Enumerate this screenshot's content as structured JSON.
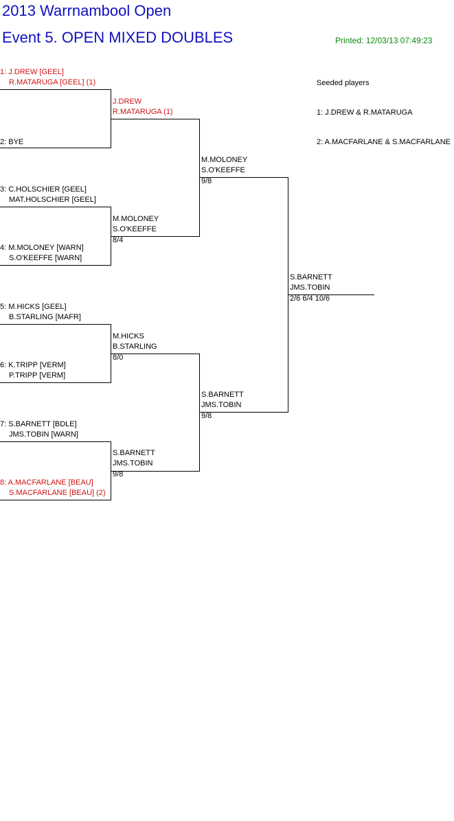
{
  "header": {
    "tournament_title": "2013 Warrnambool Open",
    "event_title": "Event 5. OPEN MIXED DOUBLES",
    "printed": "Printed: 12/03/13 07:49:23"
  },
  "seeded": {
    "heading": "Seeded players",
    "seed1": "1: J.DREW & R.MATARUGA",
    "seed2": "2: A.MACFARLANE & S.MACFARLANE"
  },
  "round1": [
    {
      "line1": "1: J.DREW [GEEL]",
      "line2": "R.MATARUGA [GEEL] (1)"
    },
    {
      "line1": "2: BYE",
      "line2": ""
    },
    {
      "line1": "3: C.HOLSCHIER [GEEL]",
      "line2": "MAT.HOLSCHIER [GEEL]"
    },
    {
      "line1": "4: M.MOLONEY [WARN]",
      "line2": "S.O'KEEFFE [WARN]"
    },
    {
      "line1": "5: M.HICKS [GEEL]",
      "line2": "B.STARLING [MAFR]"
    },
    {
      "line1": "6: K.TRIPP [VERM]",
      "line2": "P.TRIPP [VERM]"
    },
    {
      "line1": "7: S.BARNETT [BDLE]",
      "line2": "JMS.TOBIN [WARN]"
    },
    {
      "line1": "8: A.MACFARLANE [BEAU]",
      "line2": "S.MACFARLANE [BEAU] (2)"
    }
  ],
  "round2": [
    {
      "line1": "J.DREW",
      "line2": "R.MATARUGA (1)",
      "score": ""
    },
    {
      "line1": "M.MOLONEY",
      "line2": "S.O'KEEFFE",
      "score": "8/4"
    },
    {
      "line1": "M.HICKS",
      "line2": "B.STARLING",
      "score": "8/0"
    },
    {
      "line1": "S.BARNETT",
      "line2": "JMS.TOBIN",
      "score": "9/8"
    }
  ],
  "semifinals": [
    {
      "line1": "M.MOLONEY",
      "line2": "S.O'KEEFFE",
      "score": "9/8"
    },
    {
      "line1": "S.BARNETT",
      "line2": "JMS.TOBIN",
      "score": "9/8"
    }
  ],
  "final": {
    "line1": "S.BARNETT",
    "line2": "JMS.TOBIN",
    "score": "2/6 6/4 10/6"
  }
}
